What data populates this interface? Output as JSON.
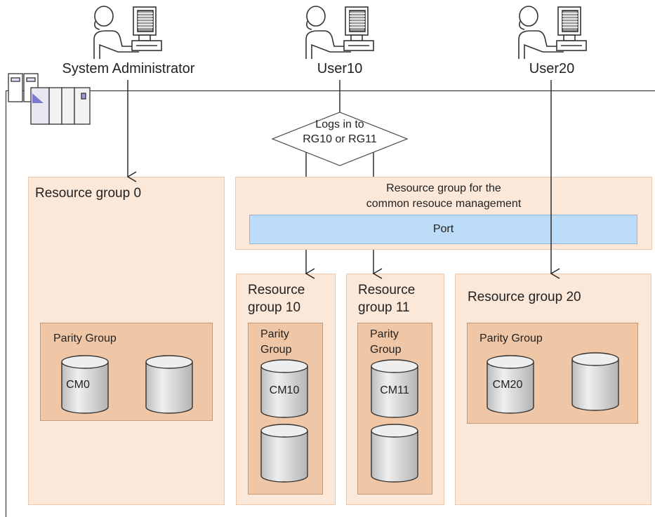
{
  "users": {
    "admin": "System Administrator",
    "user10": "User10",
    "user20": "User20"
  },
  "login": {
    "line1": "Logs in to",
    "line2": "RG10 or RG11"
  },
  "rg0": {
    "title": "Resource group 0",
    "parity_group": "Parity Group",
    "disk_label": "CM0"
  },
  "common": {
    "title_line1": "Resource group for the",
    "title_line2": "common resouce management",
    "port": "Port"
  },
  "rg10": {
    "title_line1": "Resource",
    "title_line2": "group 10",
    "pg_line1": "Parity",
    "pg_line2": "Group",
    "disk_label": "CM10"
  },
  "rg11": {
    "title_line1": "Resource",
    "title_line2": "group 11",
    "pg_line1": "Parity",
    "pg_line2": "Group",
    "disk_label": "CM11"
  },
  "rg20": {
    "title": "Resource group 20",
    "parity_group": "Parity Group",
    "disk_label": "CM20"
  },
  "colors": {
    "resource_group_fill": "#fbe8d8",
    "parity_group_fill": "#efc7a6",
    "port_fill": "#bcdcf7",
    "disk_fill": "#d6d6d6"
  }
}
